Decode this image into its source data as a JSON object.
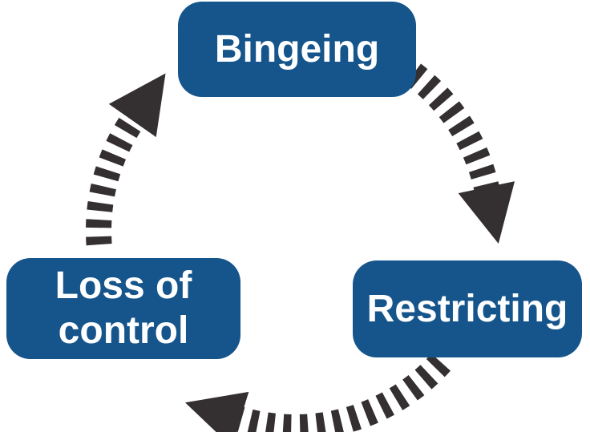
{
  "diagram": {
    "type": "cycle",
    "direction": "clockwise",
    "nodes": [
      {
        "id": "bingeing",
        "label": "Bingeing",
        "lines": [
          "Bingeing"
        ]
      },
      {
        "id": "restricting",
        "label": "Restricting",
        "lines": [
          "Restricting"
        ]
      },
      {
        "id": "loss-of-control",
        "label": "Loss of control",
        "lines": [
          "Loss of",
          "control"
        ]
      }
    ],
    "arrows": [
      {
        "from": "bingeing",
        "to": "restricting",
        "style": "striped-arc"
      },
      {
        "from": "restricting",
        "to": "loss-of-control",
        "style": "striped-arc"
      },
      {
        "from": "loss-of-control",
        "to": "bingeing",
        "style": "striped-arc"
      }
    ]
  },
  "colors": {
    "node_fill": "#15558B",
    "node_text": "#FFFFFF",
    "arrow": "#342F30",
    "background": "#FFFFFF"
  }
}
